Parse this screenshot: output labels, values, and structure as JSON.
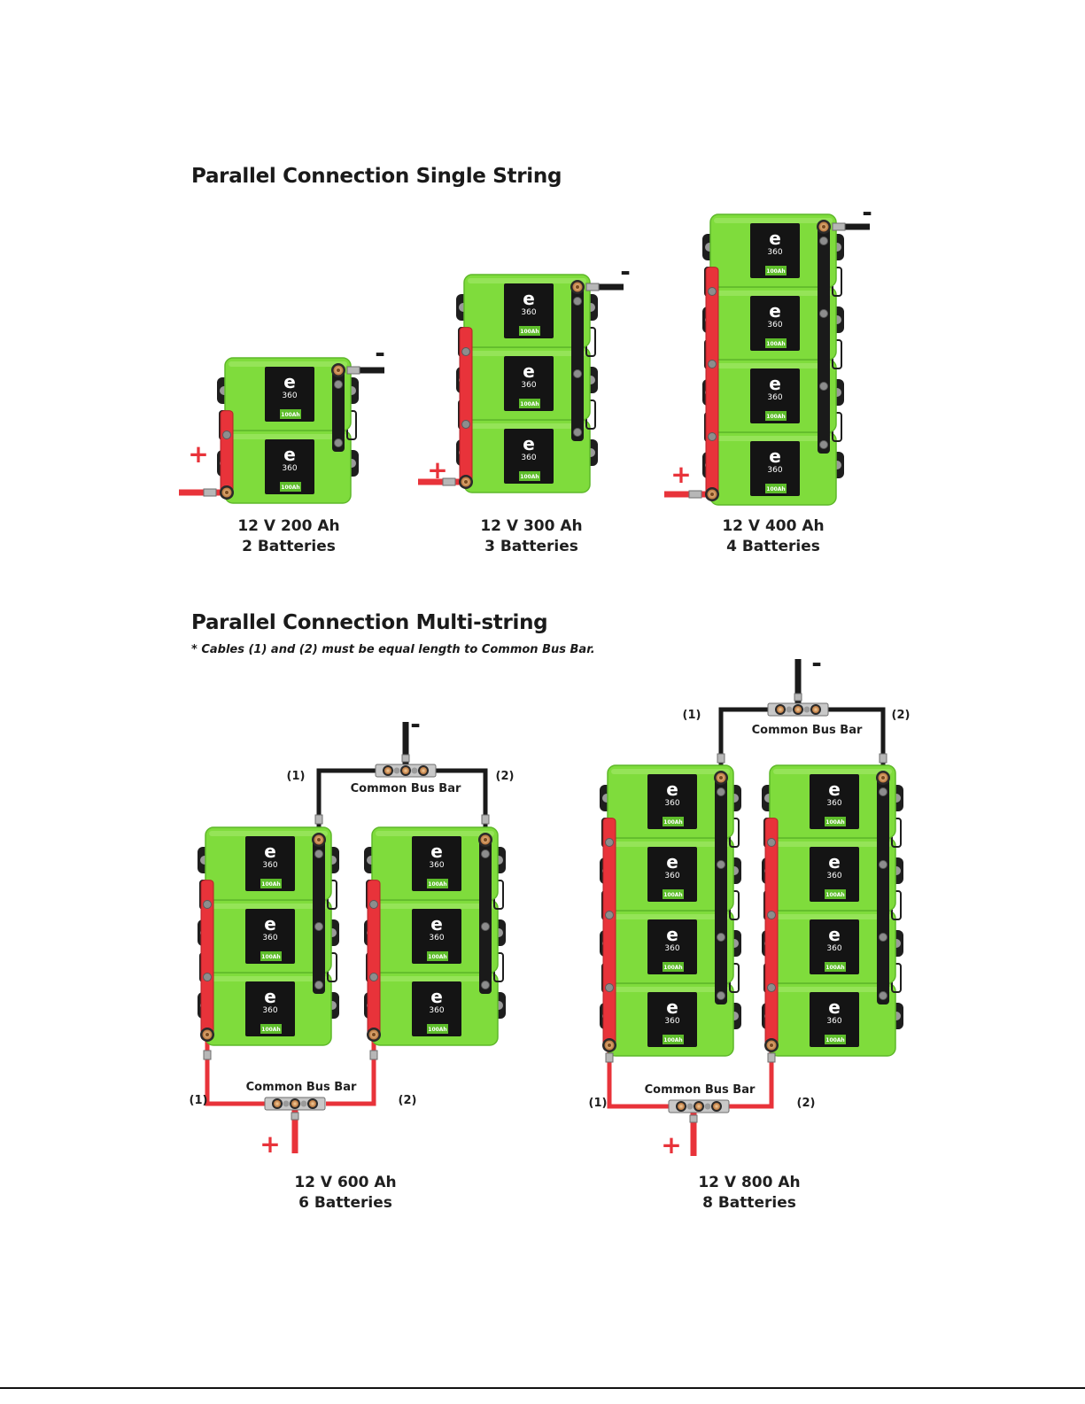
{
  "sections": {
    "single": {
      "title": "Parallel Connection Single String",
      "configs": [
        {
          "voltage": "12 V",
          "capacity": "200 Ah",
          "line1": "12 V  200 Ah",
          "line2": "2 Batteries",
          "count": 2
        },
        {
          "voltage": "12 V",
          "capacity": "300 Ah",
          "line1": "12 V  300 Ah",
          "line2": "3 Batteries",
          "count": 3
        },
        {
          "voltage": "12 V",
          "capacity": "400 Ah",
          "line1": "12 V  400 Ah",
          "line2": "4 Batteries",
          "count": 4
        }
      ]
    },
    "multi": {
      "title": "Parallel Connection Multi-string",
      "note": "* Cables (1) and (2) must be equal length to Common Bus Bar.",
      "configs": [
        {
          "line1": "12 V  600 Ah",
          "line2": "6 Batteries",
          "strings": 2,
          "per_string": 3
        },
        {
          "line1": "12 V  800 Ah",
          "line2": "8 Batteries",
          "strings": 2,
          "per_string": 4
        }
      ],
      "bus_bar_label": "Common Bus Bar",
      "cable_labels": [
        "(1)",
        "(2)"
      ]
    }
  },
  "terminal_signs": {
    "positive": "+",
    "negative": "-"
  },
  "battery": {
    "logo_letter": "e",
    "logo_number": "360",
    "capacity_badge": "100Ah"
  },
  "colors": {
    "battery_body": "#7fdc3c",
    "battery_edge": "#5fb82a",
    "label_panel": "#141414",
    "positive_cable": "#e8333a",
    "negative_cable": "#1a1a1a",
    "terminal": "#e2a86a"
  }
}
